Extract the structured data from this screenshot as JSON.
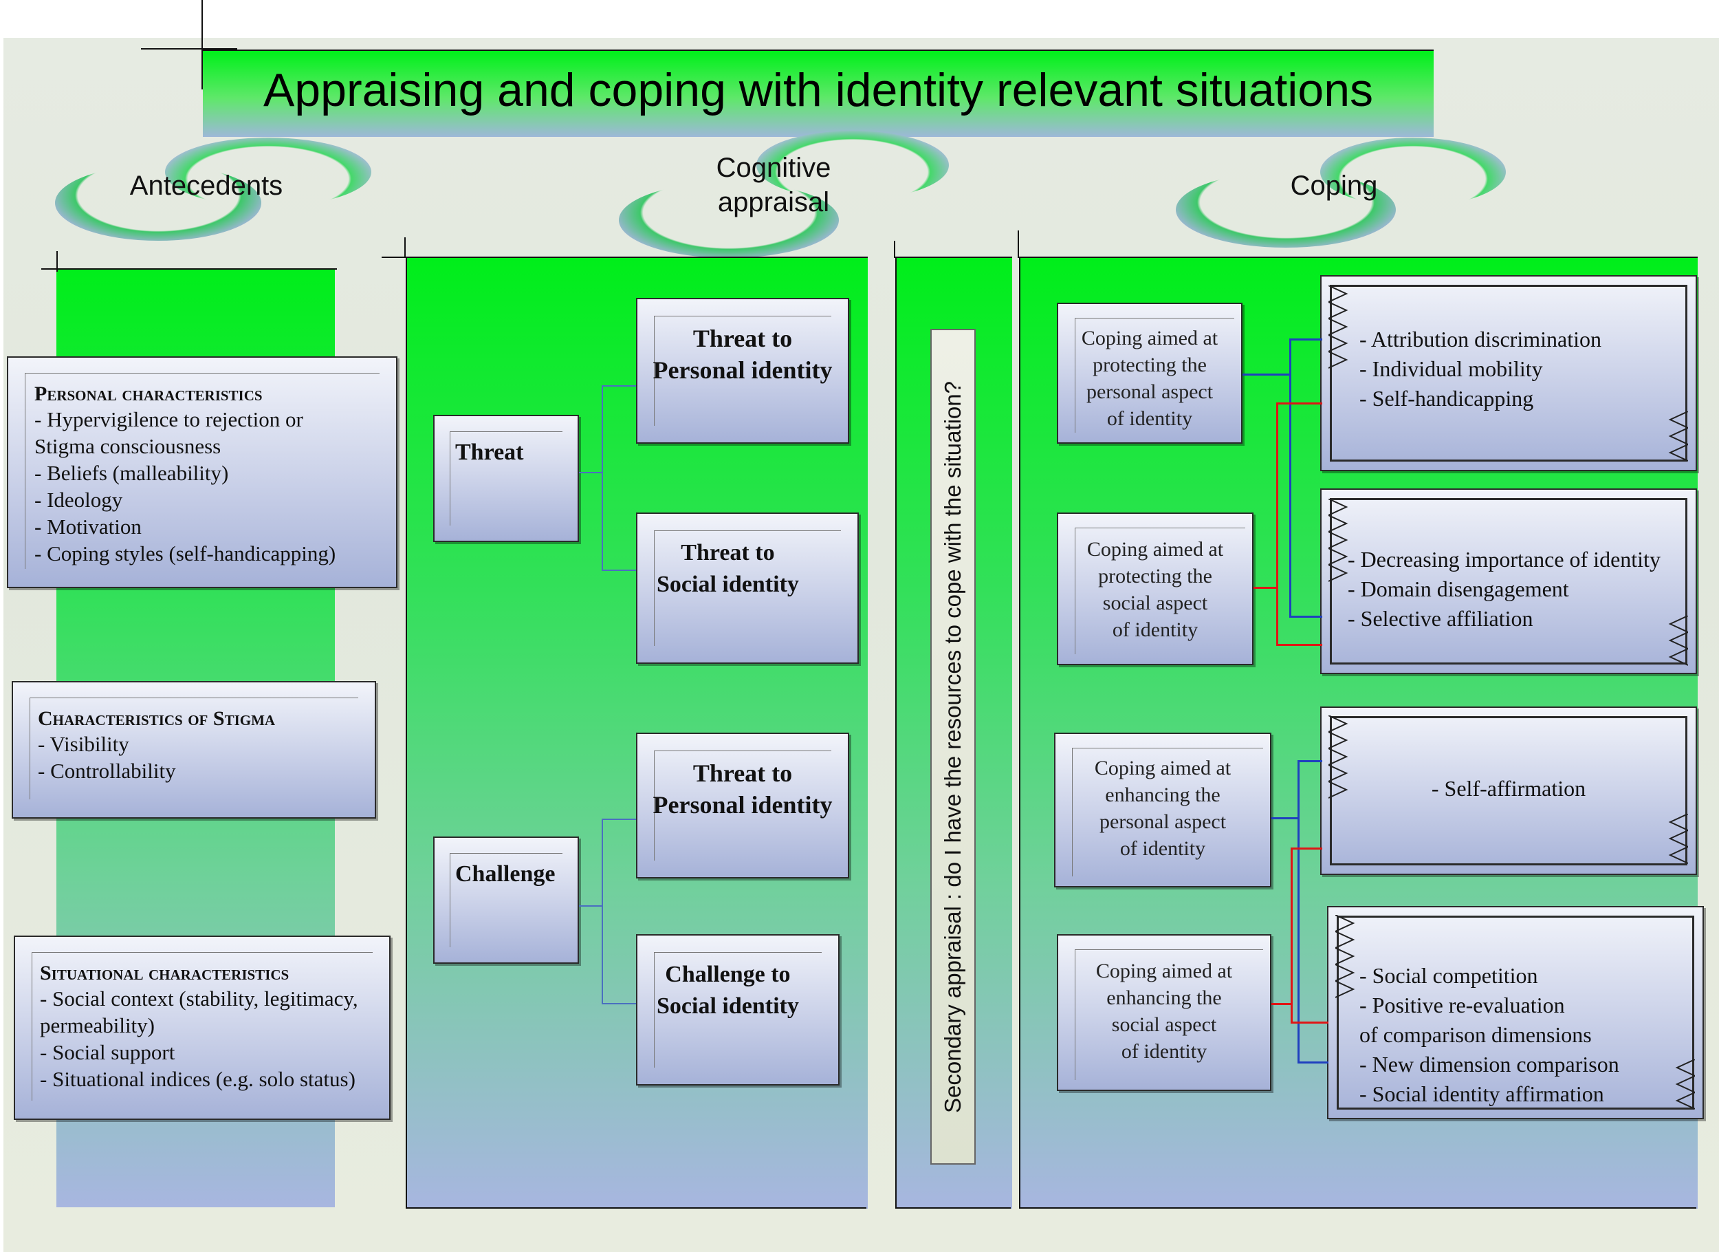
{
  "title": "Appraising and coping with identity relevant situations",
  "headers": {
    "antecedents": "Antecedents",
    "cognitive_1": "Cognitive",
    "cognitive_2": "appraisal",
    "coping": "Coping"
  },
  "antecedents": {
    "personal": {
      "heading": "Personal characteristics",
      "lines": [
        "- Hypervigilence to rejection or",
        "Stigma consciousness",
        "- Beliefs (malleability)",
        "- Ideology",
        "- Motivation",
        "- Coping styles (self-handicapping)"
      ]
    },
    "stigma": {
      "heading": "Characteristics of Stigma",
      "lines": [
        "- Visibility",
        "- Controllability"
      ]
    },
    "situational": {
      "heading": "Situational characteristics",
      "lines": [
        "- Social context (stability, legitimacy,",
        "permeability)",
        "- Social support",
        "- Situational indices (e.g. solo status)"
      ]
    }
  },
  "appraisal": {
    "threat": "Threat",
    "challenge": "Challenge",
    "threat_personal": [
      "Threat to",
      "Personal identity"
    ],
    "threat_social": [
      "Threat to",
      "Social identity"
    ],
    "challenge_personal": [
      "Threat to",
      "Personal identity"
    ],
    "challenge_social": [
      "Challenge to",
      "Social identity"
    ]
  },
  "secondary_appraisal": "Secondary appraisal : do I have the resources to cope with the situation?",
  "coping": {
    "aims": [
      [
        "Coping aimed at",
        "protecting the",
        "personal aspect",
        "of identity"
      ],
      [
        "Coping aimed at",
        "protecting the",
        "social aspect",
        "of identity"
      ],
      [
        "Coping aimed at",
        "enhancing the",
        "personal aspect",
        "of identity"
      ],
      [
        "Coping aimed at",
        "enhancing the",
        "social aspect",
        "of identity"
      ]
    ],
    "strategies_1": [
      "- Attribution discrimination",
      "- Individual mobility",
      "- Self-handicapping"
    ],
    "strategies_2": [
      "- Decreasing importance of identity",
      "- Domain disengagement",
      "- Selective affiliation"
    ],
    "strategies_3": [
      "- Self-affirmation"
    ],
    "strategies_4": [
      "- Social competition",
      "- Positive re-evaluation",
      "of comparison dimensions",
      "- New dimension comparison",
      "- Social identity affirmation"
    ]
  },
  "colors": {
    "panel_green": "#00ee1a",
    "panel_blue": "#a8b6e0",
    "connector_blue": "#1f3fbf",
    "connector_red": "#e01515"
  }
}
